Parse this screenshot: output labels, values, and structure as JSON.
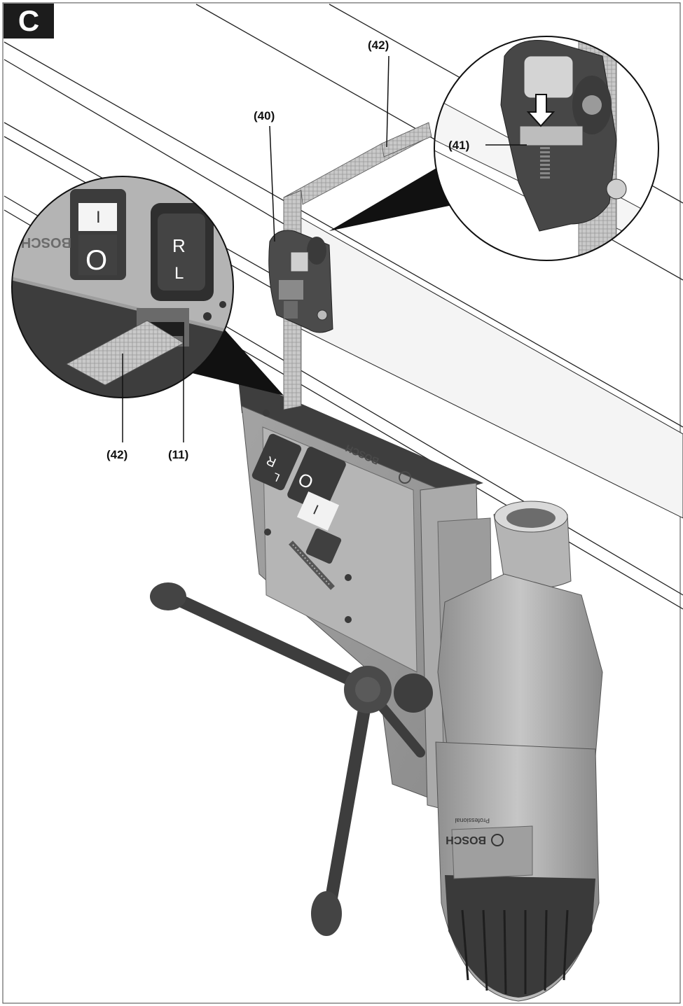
{
  "figure": {
    "badge": "C",
    "callouts": {
      "c40": "(40)",
      "c42_top": "(42)",
      "c41": "(41)",
      "c42_bottom": "(42)",
      "c11": "(11)"
    },
    "panel_text": {
      "brand": "BOSCH",
      "switch_off": "O",
      "switch_on": "I",
      "dir_r": "R",
      "dir_l": "L"
    },
    "zoom_text": {
      "brand": "BOSCH",
      "switch_off": "O",
      "switch_on": "I",
      "dir_r": "R",
      "dir_l": "L"
    },
    "motor_text": {
      "brand": "BOSCH",
      "line": "Professional"
    }
  }
}
